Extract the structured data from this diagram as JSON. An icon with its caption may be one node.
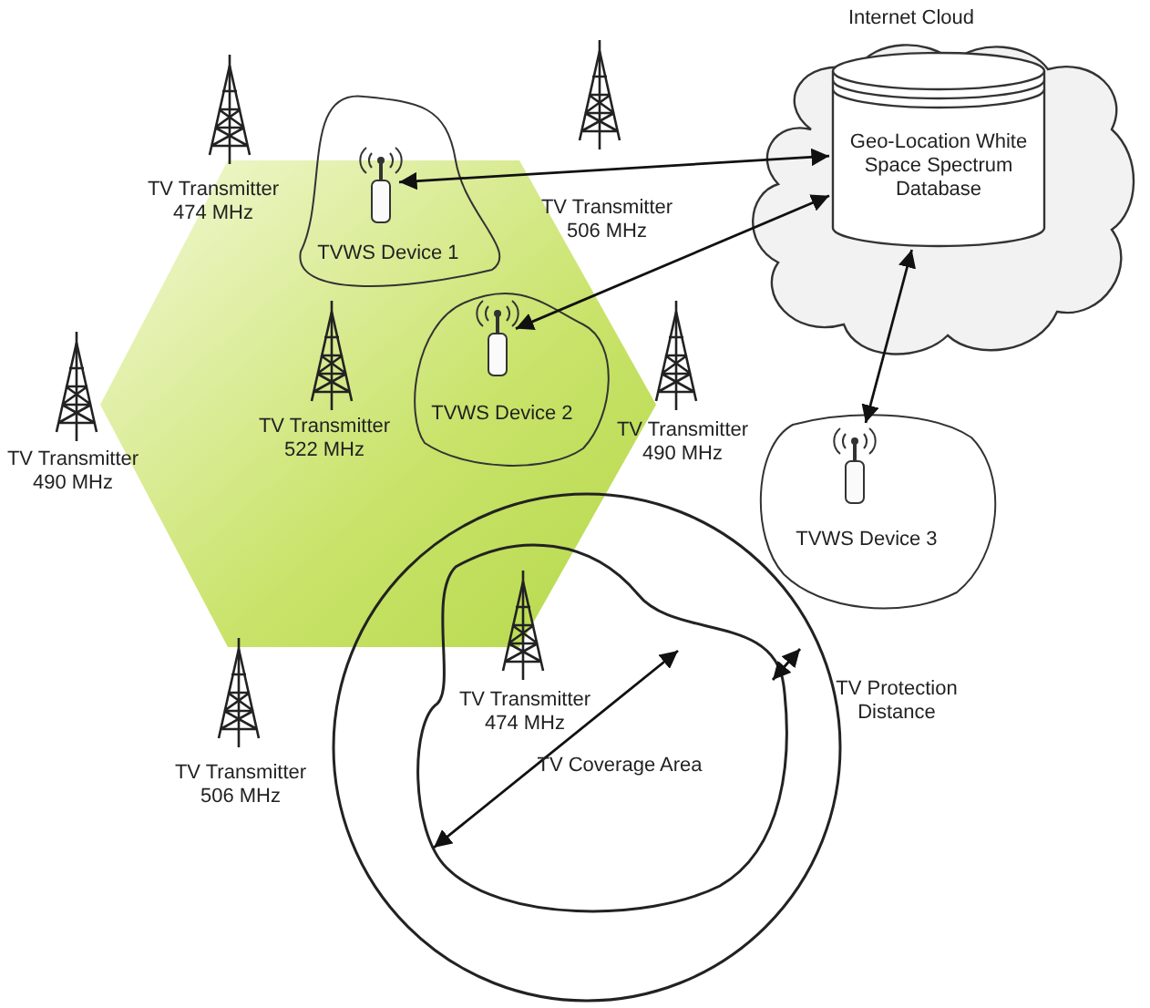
{
  "diagram": {
    "nodes": [
      {
        "text": [
          "Internet Cloud"
        ]
      },
      {
        "text": [
          "Geo-Location White Space Spectrum Database"
        ],
        "in": 0
      },
      {
        "text": [
          "TVWS Device 1"
        ]
      },
      {
        "text": [],
        "shape": "picture",
        "in": 2
      },
      {
        "text": [
          "TVWS Device 2"
        ]
      },
      {
        "text": [],
        "shape": "picture",
        "in": 4
      },
      {
        "text": [
          "TVWS Device 3"
        ]
      },
      {
        "text": [],
        "shape": "picture",
        "in": 6
      },
      {
        "text": [],
        "shape": "circle"
      },
      {
        "text": [
          "TV Coverage Area"
        ],
        "in": 8
      }
    ],
    "edges": [
      {
        "from": 3,
        "to": 1,
        "arrow": "both"
      },
      {
        "from": 5,
        "to": 1,
        "arrow": "both"
      },
      {
        "from": 7,
        "to": 1,
        "arrow": "both"
      }
    ],
    "labels": [
      "TV Transmitter 474 MHz",
      "TV Transmitter 506 MHz",
      "TV Transmitter 522 MHz",
      "TV Transmitter 490 MHz",
      "TV Transmitter 490 MHz",
      "TV Transmitter 474 MHz",
      "TV Protection Distance",
      "TV Transmitter 506 MHz"
    ]
  }
}
